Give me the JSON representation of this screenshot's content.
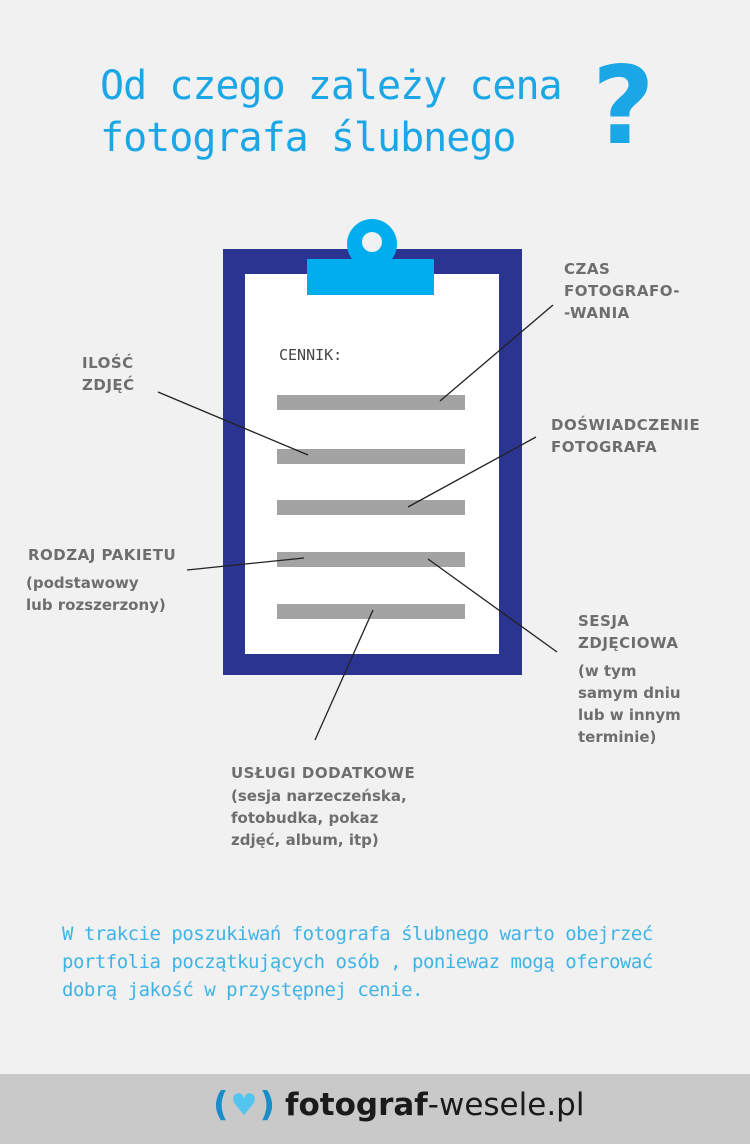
{
  "title": {
    "line1": "Od czego zależy cena",
    "line2": "fotografa ślubnego",
    "mark": "?"
  },
  "clipboard": {
    "heading": "CENNIK:"
  },
  "labels": {
    "czas": [
      "CZAS",
      "FOTOGRAFO-",
      "-WANIA"
    ],
    "ilosc": [
      "ILOŚĆ",
      "ZDJĘĆ"
    ],
    "doswiadczenie": [
      "DOŚWIADCZENIE",
      "FOTOGRAFA"
    ],
    "rodzaj": {
      "title": "RODZAJ PAKIETU",
      "desc": [
        "(podstawowy",
        "lub rozszerzony)"
      ]
    },
    "sesja": {
      "title": [
        "SESJA",
        "ZDJĘCIOWA"
      ],
      "desc": [
        "(w tym",
        "samym dniu",
        "lub w innym",
        "terminie)"
      ]
    },
    "uslugi": {
      "title": "USŁUGI DODATKOWE",
      "desc": [
        "(sesja narzeczeńska,",
        "fotobudka, pokaz",
        "zdjęć, album, itp)"
      ]
    }
  },
  "note": "W trakcie poszukiwań fotografa ślubnego warto obejrzeć portfolia początkujących osób , poniewaz mogą oferować dobrą jakość w przystępnej cenie.",
  "footer": {
    "brand_bold": "fotograf",
    "brand_rest": "-wesele.pl"
  },
  "colors": {
    "accent": "#1ba6e6",
    "board": "#2b3491",
    "clip": "#00aeef",
    "label": "#6e6e6e"
  }
}
